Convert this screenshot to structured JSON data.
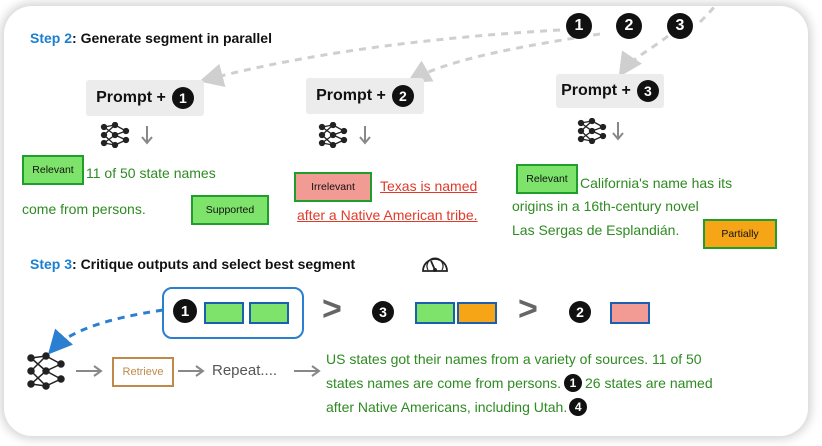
{
  "step2": {
    "prefix": "Step 2",
    "title": ": Generate segment in parallel"
  },
  "step3": {
    "prefix": "Step 3",
    "title": ": Critique outputs and select best segment"
  },
  "top_numbers": [
    "1",
    "2",
    "3"
  ],
  "prompts": [
    {
      "label": "Prompt +",
      "num": "1"
    },
    {
      "label": "Prompt +",
      "num": "2"
    },
    {
      "label": "Prompt +",
      "num": "3"
    }
  ],
  "segments": {
    "s1": {
      "tag": "Relevant",
      "text_line1": "11 of 50 state names",
      "text_line2": "come from persons.",
      "badge": "Supported"
    },
    "s2": {
      "tag": "Irrelevant",
      "text_line1": "Texas is named",
      "text_line2": "after a Native American tribe."
    },
    "s3": {
      "tag": "Relevant",
      "text_line1": "California's name has its",
      "text_line2": "origins in a 16th-century novel",
      "text_line3": "Las Sergas de Esplandián.",
      "badge": "Partially"
    }
  },
  "ranking": {
    "first": "1",
    "second": "3",
    "third": "2",
    "separator": ">"
  },
  "bottom": {
    "retrieve": "Retrieve",
    "repeat": "Repeat....",
    "final_line1": "US states got their names from a variety of sources. 11 of 50",
    "final_line2a": "states names are come from persons.",
    "cite1": "1",
    "final_line2b": "26 states are named",
    "final_line3": "after Native Americans, including Utah.",
    "cite2": "4"
  },
  "colors": {
    "step_blue": "#1a7fd0",
    "text_green": "#2e8b22",
    "text_red": "#e03a2a",
    "tag_green": "#7ee36b",
    "tag_red": "#f29a94",
    "tag_orange": "#f6a516"
  },
  "icons": [
    "network-icon",
    "down-arrow-icon",
    "gauge-icon",
    "right-arrow-icon"
  ]
}
